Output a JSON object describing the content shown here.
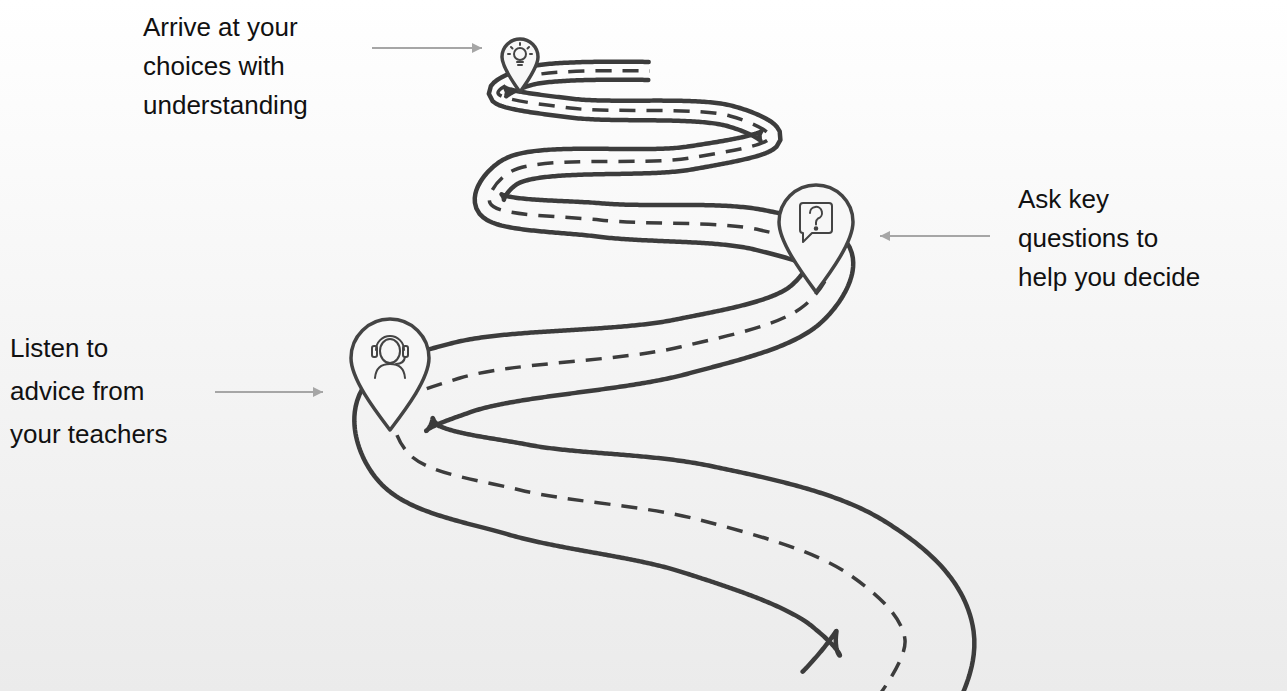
{
  "diagram": {
    "labels": [
      "Arrive at your choices with understanding",
      "Ask key questions to help you decide",
      "Listen to advice from your teachers"
    ]
  }
}
